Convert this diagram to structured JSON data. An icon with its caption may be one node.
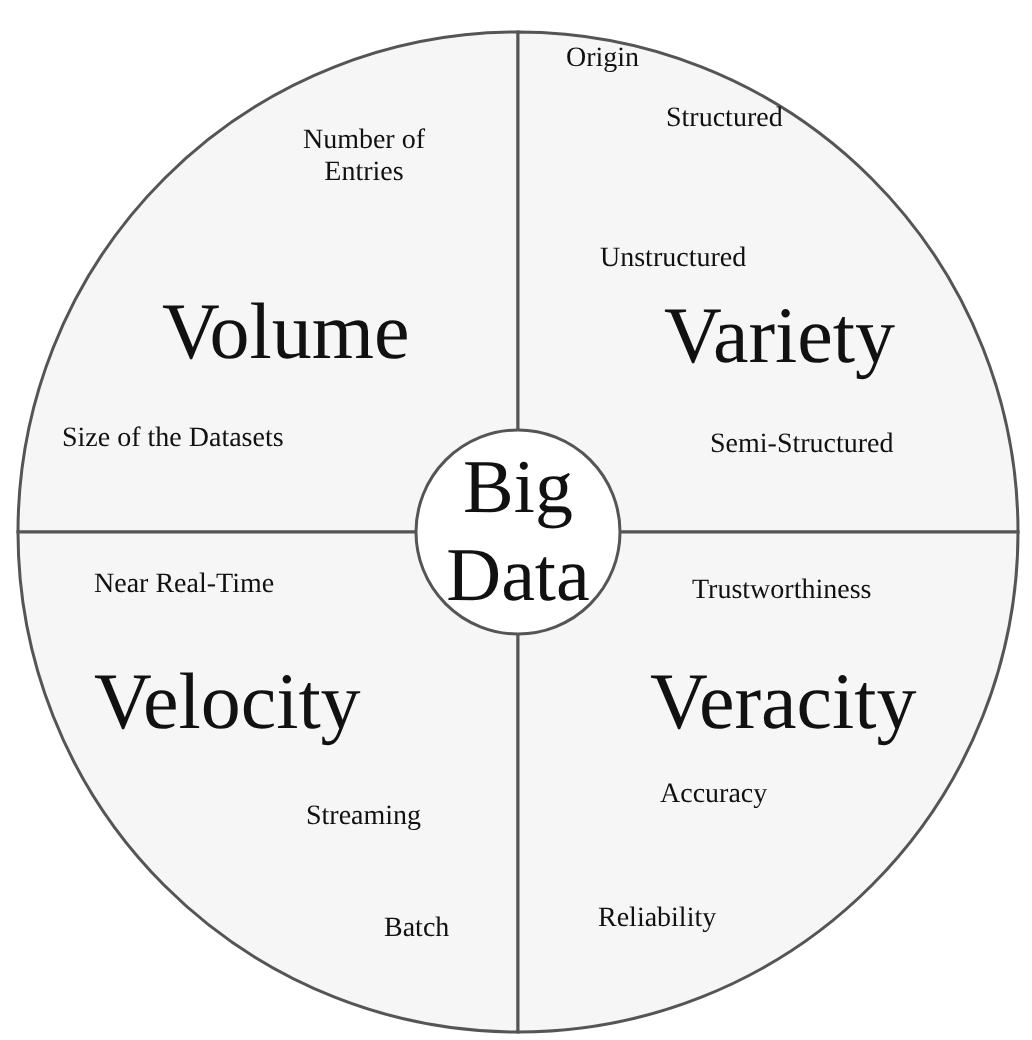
{
  "diagram": {
    "nodes": [
      {
        "text": [
          "Number of Entries",
          "Volume",
          "Size of the Datasets"
        ]
      },
      {
        "text": [
          "Origin",
          "Structured",
          "Unstructured",
          "Variety",
          "Semi-Structured"
        ]
      },
      {
        "text": [
          "Near Real-Time",
          "Velocity",
          "Streaming",
          "Batch"
        ]
      },
      {
        "text": [
          "Trustworthiness",
          "Veracity",
          "Accuracy",
          "Reliability"
        ]
      },
      {
        "text": [
          "Big Data"
        ]
      }
    ],
    "edges": []
  }
}
